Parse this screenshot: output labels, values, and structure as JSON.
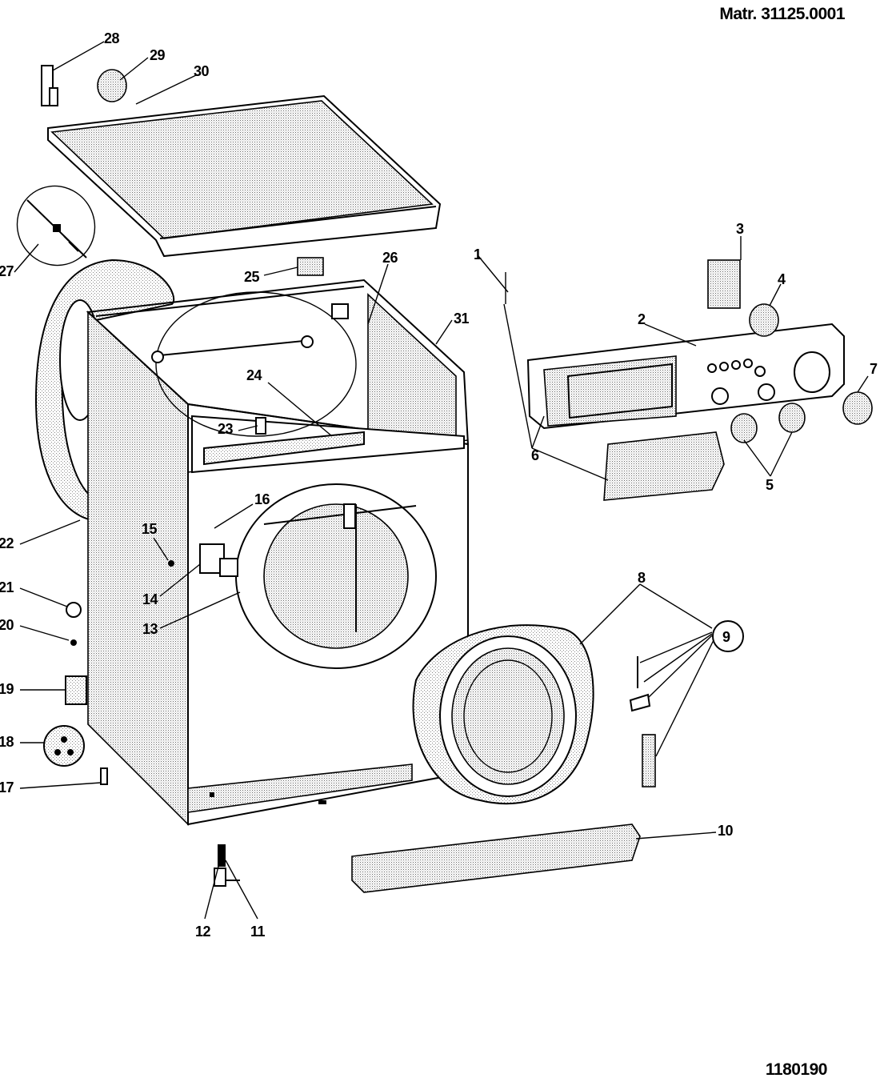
{
  "header": {
    "model_code": "Matr. 31125.0001"
  },
  "footer": {
    "drawing_code": "1180190"
  },
  "callouts": [
    {
      "id": "c1",
      "label": "1"
    },
    {
      "id": "c2",
      "label": "2"
    },
    {
      "id": "c3",
      "label": "3"
    },
    {
      "id": "c4",
      "label": "4"
    },
    {
      "id": "c5",
      "label": "5"
    },
    {
      "id": "c6",
      "label": "6"
    },
    {
      "id": "c7",
      "label": "7"
    },
    {
      "id": "c8",
      "label": "8"
    },
    {
      "id": "c9",
      "label": "9"
    },
    {
      "id": "c10",
      "label": "10"
    },
    {
      "id": "c11",
      "label": "11"
    },
    {
      "id": "c12",
      "label": "12"
    },
    {
      "id": "c13",
      "label": "13"
    },
    {
      "id": "c14",
      "label": "14"
    },
    {
      "id": "c15",
      "label": "15"
    },
    {
      "id": "c16",
      "label": "16"
    },
    {
      "id": "c17",
      "label": "17"
    },
    {
      "id": "c18",
      "label": "18"
    },
    {
      "id": "c19",
      "label": "19"
    },
    {
      "id": "c20",
      "label": "20"
    },
    {
      "id": "c21",
      "label": "21"
    },
    {
      "id": "c22",
      "label": "22"
    },
    {
      "id": "c23",
      "label": "23"
    },
    {
      "id": "c24",
      "label": "24"
    },
    {
      "id": "c25",
      "label": "25"
    },
    {
      "id": "c26",
      "label": "26"
    },
    {
      "id": "c27",
      "label": "27"
    },
    {
      "id": "c28",
      "label": "28"
    },
    {
      "id": "c29",
      "label": "29"
    },
    {
      "id": "c30",
      "label": "30"
    },
    {
      "id": "c31",
      "label": "31"
    }
  ]
}
